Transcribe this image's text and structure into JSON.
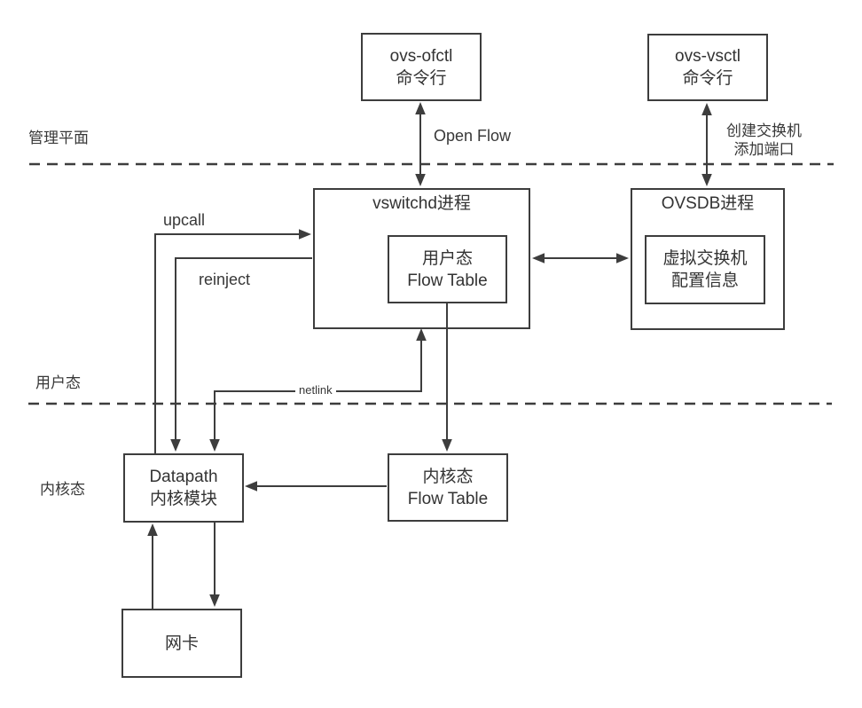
{
  "diagram": {
    "layers": {
      "management": "管理平面",
      "user": "用户态",
      "kernel": "内核态"
    },
    "nodes": {
      "ovs_ofctl": {
        "line1": "ovs-ofctl",
        "line2": "命令行"
      },
      "ovs_vsctl": {
        "line1": "ovs-vsctl",
        "line2": "命令行"
      },
      "vswitchd": {
        "title": "vswitchd进程"
      },
      "user_flow_table": {
        "line1": "用户态",
        "line2": "Flow Table"
      },
      "ovsdb": {
        "title": "OVSDB进程"
      },
      "switch_config": {
        "line1": "虚拟交换机",
        "line2": "配置信息"
      },
      "datapath": {
        "line1": "Datapath",
        "line2": "内核模块"
      },
      "kernel_flow_table": {
        "line1": "内核态",
        "line2": "Flow Table"
      },
      "nic": {
        "line1": "网卡"
      }
    },
    "edges": {
      "openflow": "Open Flow",
      "create_switch": {
        "line1": "创建交换机",
        "line2": "添加端口"
      },
      "upcall": "upcall",
      "reinject": "reinject",
      "netlink": "netlink"
    },
    "colors": {
      "line": "#3d3d3d",
      "text": "#333333",
      "background": "#ffffff"
    }
  }
}
